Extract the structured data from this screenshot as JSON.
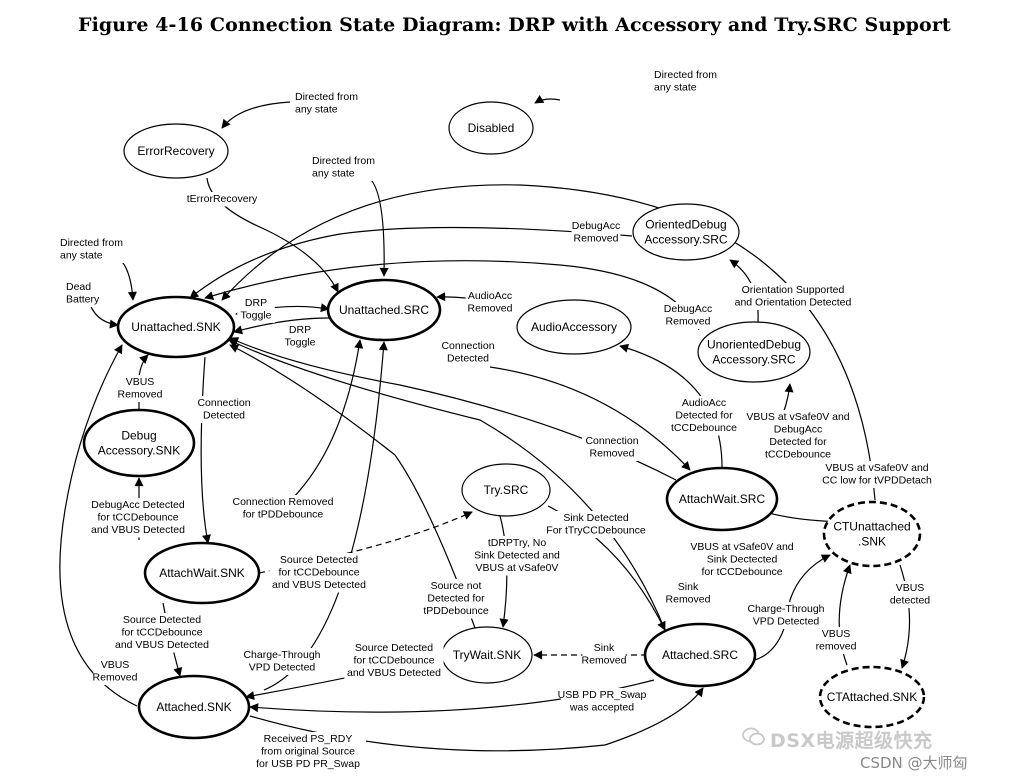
{
  "figure_title": "Figure 4-16  Connection State Diagram: DRP with Accessory and Try.SRC Support",
  "colors": {
    "ink": "#000000",
    "background": "#ffffff",
    "watermark": "#c9c9c9"
  },
  "states": {
    "disabled": [
      "Disabled"
    ],
    "error_recovery": [
      "ErrorRecovery"
    ],
    "unattached_snk": [
      "Unattached.SNK"
    ],
    "unattached_src": [
      "Unattached.SRC"
    ],
    "audio_accessory": [
      "AudioAccessory"
    ],
    "oriented_debug": [
      "OrientedDebug",
      "Accessory.SRC"
    ],
    "unoriented_debug": [
      "UnorientedDebug",
      "Accessory.SRC"
    ],
    "debug_accessory_snk": [
      "Debug",
      "Accessory.SNK"
    ],
    "try_src": [
      "Try.SRC"
    ],
    "attachwait_src": [
      "AttachWait.SRC"
    ],
    "attachwait_snk": [
      "AttachWait.SNK"
    ],
    "trywait_snk": [
      "TryWait.SNK"
    ],
    "attached_src": [
      "Attached.SRC"
    ],
    "attached_snk": [
      "Attached.SNK"
    ],
    "ctunattached_snk": [
      "CTUnattached",
      ".SNK"
    ],
    "ctattached_snk": [
      "CTAttached.SNK"
    ]
  },
  "labels": {
    "directed_disabled": [
      "Directed from",
      "any state"
    ],
    "directed_error": [
      "Directed from",
      "any state"
    ],
    "directed_src": [
      "Directed from",
      "any state"
    ],
    "directed_snk": [
      "Directed from",
      "any state"
    ],
    "dead_battery": [
      "Dead",
      "Battery"
    ],
    "terror_recovery": [
      "tErrorRecovery"
    ],
    "debugacc_removed": [
      "DebugAcc",
      "Removed"
    ],
    "audioacc_removed": [
      "AudioAcc",
      "Removed"
    ],
    "drp_toggle_top": [
      "DRP",
      "Toggle"
    ],
    "drp_toggle_bottom": [
      "DRP",
      "Toggle"
    ],
    "debugacc_removed_2": [
      "DebugAcc",
      "Removed"
    ],
    "orientation_supported": [
      "Orientation Supported",
      "and Orientation Detected"
    ],
    "connection_detected_src": [
      "Connection",
      "Detected"
    ],
    "vbus_removed_debug": [
      "VBUS",
      "Removed"
    ],
    "connection_detected_snk": [
      "Connection",
      "Detected"
    ],
    "audioacc_detected": [
      "AudioAcc",
      "Detected for",
      "tCCDebounce"
    ],
    "vbus_safe0v_debugacc": [
      "VBUS at vSafe0V and",
      "DebugAcc",
      "Detected for",
      "tCCDebounce"
    ],
    "connection_removed": [
      "Connection",
      "Removed"
    ],
    "vbus_vsafe0v_cc_low": [
      "VBUS at vSafe0V and",
      "CC low for tVPDDetach"
    ],
    "debugacc_detected": [
      "DebugAcc Detected",
      "for tCCDebounce",
      "and VBUS Detected"
    ],
    "connection_removed_tpd": [
      "Connection Removed",
      "for tPDDebounce"
    ],
    "sink_detected_try": [
      "Sink Detected",
      "For tTryCCDebounce"
    ],
    "tdrptry": [
      "tDRPTry, No",
      "Sink Detected and",
      "VBUS at vSafe0V"
    ],
    "vbus_vsafe0v_sink": [
      "VBUS at vSafe0V and",
      "Sink Dectected",
      "for tCCDebounce"
    ],
    "source_detected_dashed": [
      "Source Detected",
      "for tCCDebounce",
      "and VBUS Detected"
    ],
    "source_not_detected": [
      "Source not",
      "Detected for",
      "tPDDebounce"
    ],
    "sink_removed_attached": [
      "Sink",
      "Removed"
    ],
    "vbus_detected": [
      "VBUS",
      "detected"
    ],
    "charge_through_src": [
      "Charge-Through",
      "VPD Detected"
    ],
    "source_detected_snk": [
      "Source Detected",
      "for tCCDebounce",
      "and VBUS Detected"
    ],
    "charge_through_snk": [
      "Charge-Through",
      "VPD Detected"
    ],
    "source_detected_trywait": [
      "Source Detected",
      "for tCCDebounce",
      "and VBUS Detected"
    ],
    "sink_removed_dashed": [
      "Sink",
      "Removed"
    ],
    "vbus_removed_ct": [
      "VBUS",
      "removed"
    ],
    "vbus_removed_attached_snk": [
      "VBUS",
      "Removed"
    ],
    "pr_swap_accepted": [
      "USB PD PR_Swap",
      "was accepted"
    ],
    "ps_rdy": [
      "Received PS_RDY",
      "from original Source",
      "for USB PD PR_Swap"
    ]
  },
  "watermark": {
    "line1": "DSX电源超级快充",
    "line2": "CSDN @大师匈"
  }
}
